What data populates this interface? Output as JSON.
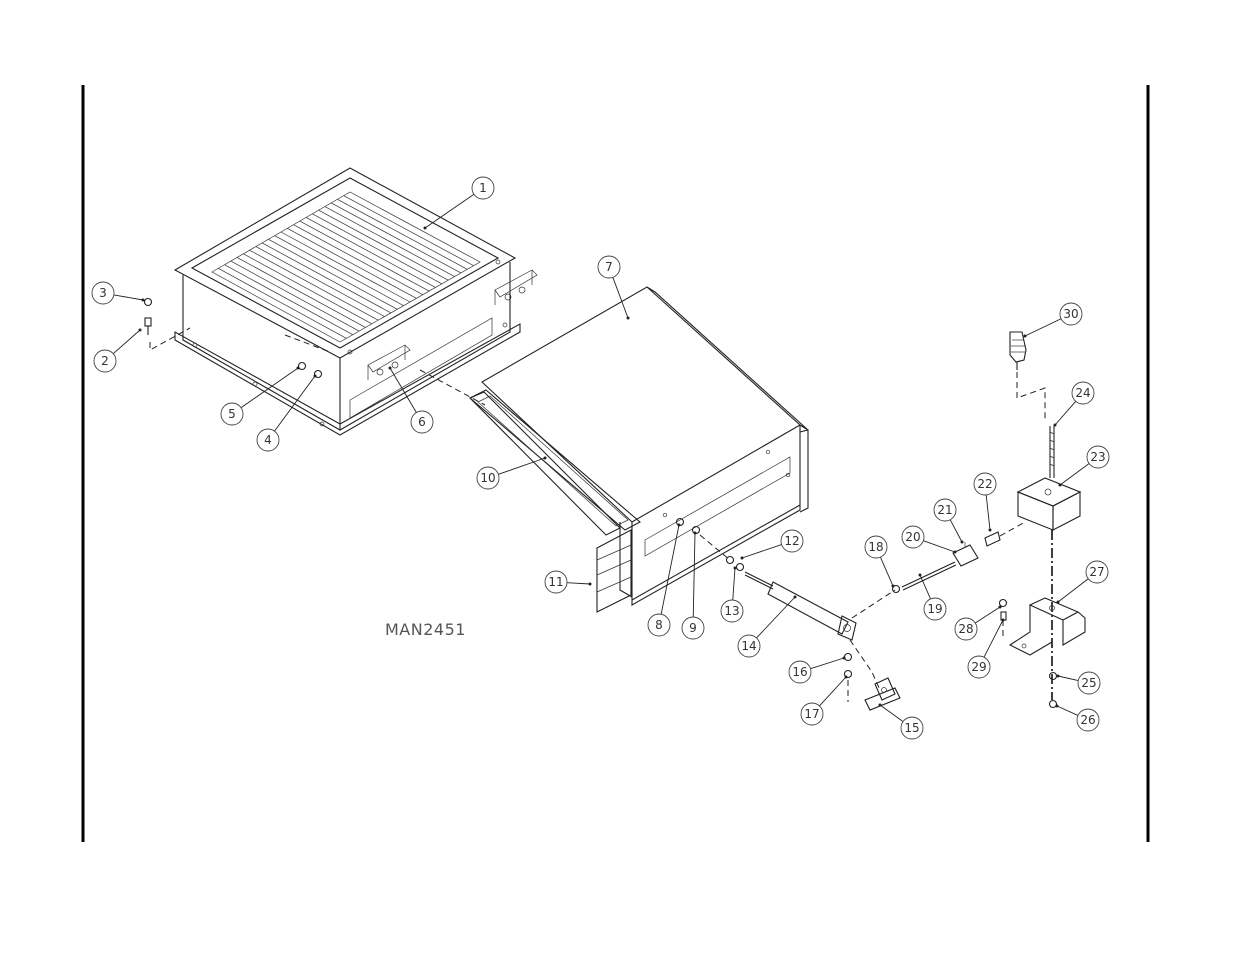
{
  "drawing_ref": "MAN2451",
  "balloons": [
    {
      "label": "1"
    },
    {
      "label": "2"
    },
    {
      "label": "3"
    },
    {
      "label": "4"
    },
    {
      "label": "5"
    },
    {
      "label": "6"
    },
    {
      "label": "7"
    },
    {
      "label": "8"
    },
    {
      "label": "9"
    },
    {
      "label": "10"
    },
    {
      "label": "11"
    },
    {
      "label": "12"
    },
    {
      "label": "13"
    },
    {
      "label": "14"
    },
    {
      "label": "15"
    },
    {
      "label": "16"
    },
    {
      "label": "17"
    },
    {
      "label": "18"
    },
    {
      "label": "19"
    },
    {
      "label": "20"
    },
    {
      "label": "21"
    },
    {
      "label": "22"
    },
    {
      "label": "23"
    },
    {
      "label": "24"
    },
    {
      "label": "25"
    },
    {
      "label": "26"
    },
    {
      "label": "27"
    },
    {
      "label": "28"
    },
    {
      "label": "29"
    },
    {
      "label": "30"
    }
  ]
}
